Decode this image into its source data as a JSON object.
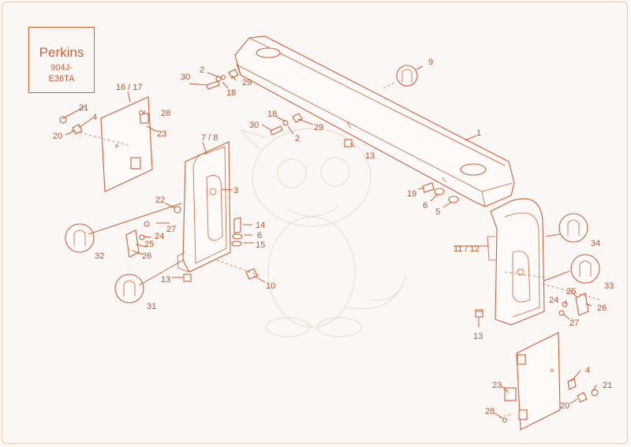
{
  "engine": {
    "brand": "Perkins",
    "model": "904J-\nE36TA"
  },
  "callouts": {
    "c1": "1",
    "c2a": "2",
    "c2b": "2",
    "c3": "3",
    "c4a": "4",
    "c4b": "4",
    "c5": "5",
    "c6a": "6",
    "c6b": "6",
    "c78": "7 / 8",
    "c9": "9",
    "c10": "10",
    "c1112": "11 / 12",
    "c13a": "13",
    "c13b": "13",
    "c13c": "13",
    "c14": "14",
    "c15": "15",
    "c1617": "16 / 17",
    "c18a": "18",
    "c18b": "18",
    "c19": "19",
    "c20a": "20",
    "c20b": "20",
    "c21a": "21",
    "c21b": "21",
    "c22": "22",
    "c23a": "23",
    "c23b": "23",
    "c24a": "24",
    "c24b": "24",
    "c25a": "25",
    "c25b": "25",
    "c26a": "26",
    "c26b": "26",
    "c27a": "27",
    "c27b": "27",
    "c28a": "28",
    "c28b": "28",
    "c29a": "29",
    "c29b": "29",
    "c30a": "30",
    "c30b": "30",
    "c31": "31",
    "c32": "32",
    "c33": "33",
    "c34": "34"
  },
  "colors": {
    "line": "#c9603a",
    "label": "#b2552f",
    "background": "#fbf7f4",
    "watermark": "#ecdfd6"
  }
}
